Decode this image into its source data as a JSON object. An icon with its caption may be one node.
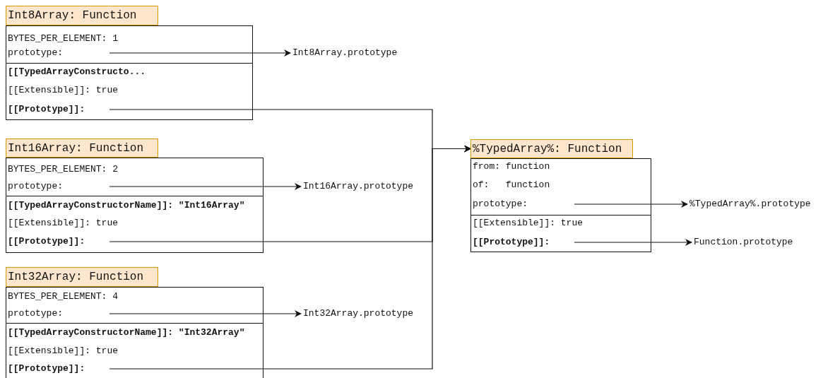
{
  "diagram": {
    "nodes": [
      {
        "text": [
          "Int8Array: Function"
        ]
      },
      {
        "text": [
          "BYTES_PER_ELEMENT: 1"
        ],
        "in": 0
      },
      {
        "text": [
          "prototype:"
        ],
        "in": 0
      },
      {
        "text": [
          "[[TypedArrayConstructo..."
        ],
        "in": 0
      },
      {
        "text": [
          "[[Extensible]]: true"
        ],
        "in": 0
      },
      {
        "text": [
          "[[Prototype]]:"
        ],
        "in": 0
      },
      {
        "text": [
          "Int8Array.prototype"
        ]
      },
      {
        "text": [
          "Int16Array: Function"
        ]
      },
      {
        "text": [
          "BYTES_PER_ELEMENT: 2"
        ],
        "in": 7
      },
      {
        "text": [
          "prototype:"
        ],
        "in": 7
      },
      {
        "text": [
          "[[TypedArrayConstructorName]]: \"Int16Array\""
        ],
        "in": 7
      },
      {
        "text": [
          "[[Extensible]]: true"
        ],
        "in": 7
      },
      {
        "text": [
          "[[Prototype]]:"
        ],
        "in": 7
      },
      {
        "text": [
          "Int16Array.prototype"
        ]
      },
      {
        "text": [
          "Int32Array: Function"
        ]
      },
      {
        "text": [
          "BYTES_PER_ELEMENT: 4"
        ],
        "in": 14
      },
      {
        "text": [
          "prototype:"
        ],
        "in": 14
      },
      {
        "text": [
          "[[TypedArrayConstructorName]]: \"Int32Array\""
        ],
        "in": 14
      },
      {
        "text": [
          "[[Extensible]]: true"
        ],
        "in": 14
      },
      {
        "text": [
          "[[Prototype]]:"
        ],
        "in": 14
      },
      {
        "text": [
          "Int32Array.prototype"
        ]
      },
      {
        "text": [
          "%TypedArray%: Function"
        ]
      },
      {
        "text": [
          "from: function"
        ],
        "in": 21
      },
      {
        "text": [
          "of:   function"
        ],
        "in": 21
      },
      {
        "text": [
          "prototype:"
        ],
        "in": 21
      },
      {
        "text": [
          "[[Extensible]]: true"
        ],
        "in": 21
      },
      {
        "text": [
          "[[Prototype]]:"
        ],
        "in": 21
      },
      {
        "text": [
          "%TypedArray%.prototype"
        ]
      },
      {
        "text": [
          "Function.prototype"
        ]
      }
    ],
    "edges": [
      {
        "from": 2,
        "to": 6,
        "arrow": "to"
      },
      {
        "from": 5,
        "to": 21,
        "arrow": "to"
      },
      {
        "from": 9,
        "to": 13,
        "arrow": "to"
      },
      {
        "from": 12,
        "to": 21,
        "arrow": "to"
      },
      {
        "from": 16,
        "to": 20,
        "arrow": "to"
      },
      {
        "from": 19,
        "to": 21,
        "arrow": "to"
      },
      {
        "from": 24,
        "to": 27,
        "arrow": "to"
      },
      {
        "from": 26,
        "to": 28,
        "arrow": "to"
      }
    ]
  }
}
